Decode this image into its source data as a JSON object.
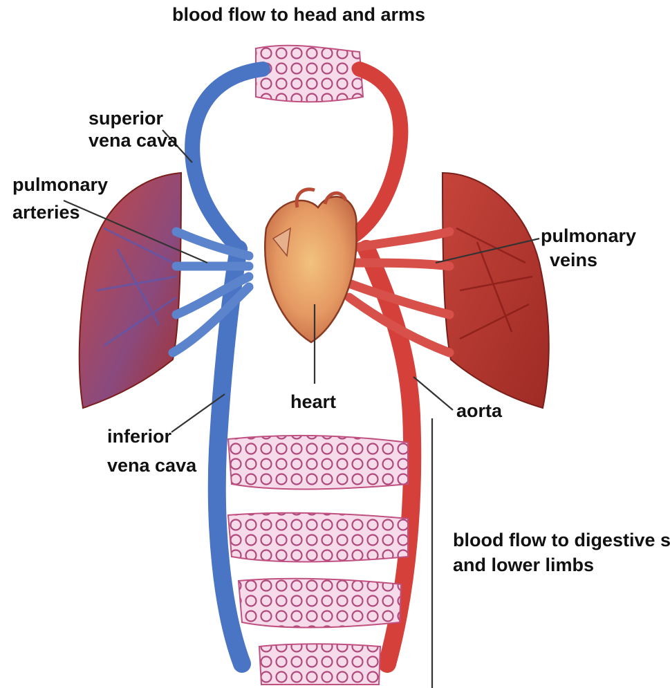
{
  "labels": {
    "top": "blood flow to head and arms",
    "superior_vena_cava_1": "superior",
    "superior_vena_cava_2": "vena cava",
    "pulmonary_arteries_1": "pulmonary",
    "pulmonary_arteries_2": "arteries",
    "pulmonary_veins_1": "pulmonary",
    "pulmonary_veins_2": "veins",
    "heart": "heart",
    "aorta": "aorta",
    "inferior_vena_cava_1": "inferior",
    "inferior_vena_cava_2": "vena cava",
    "lower_flow_1": "blood flow to digestive sy",
    "lower_flow_2": "and lower limbs"
  },
  "colors": {
    "vein_blue": "#4a74c4",
    "vein_dark": "#2d4f9c",
    "artery_red": "#d6403a",
    "artery_dark": "#a8221f",
    "capillary_pink": "#f3d4e4",
    "lung": "#b8352f",
    "heart": "#e9a36e"
  }
}
